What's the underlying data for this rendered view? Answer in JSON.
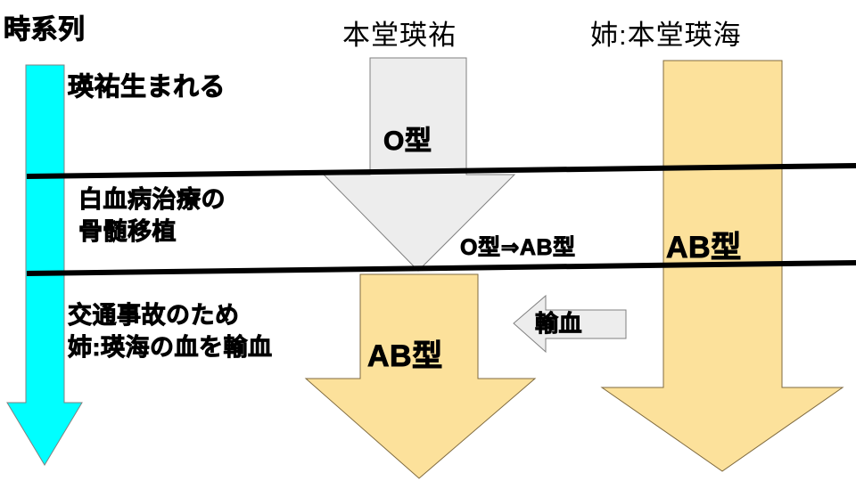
{
  "title": "時系列",
  "columns": [
    {
      "id": "person-main",
      "label": "本堂瑛祐"
    },
    {
      "id": "person-sister",
      "label": "姉:本堂瑛海"
    }
  ],
  "timeline": {
    "axis_label": "時系列",
    "axis_color": "#00FFFF",
    "events": [
      {
        "id": "birth",
        "text": "瑛祐生まれる"
      },
      {
        "id": "transplant",
        "line1": "白血病治療の",
        "line2": "骨髄移植"
      },
      {
        "id": "transfusion",
        "line1": "交通事故のため",
        "line2": "姉:瑛海の血を輸血"
      }
    ]
  },
  "blood": {
    "main_before": "O型",
    "change": "O型⇒AB型",
    "main_after": "AB型",
    "sister": "AB型",
    "transfusion_arrow_label": "輸血"
  },
  "colors": {
    "timeline_arrow": "#00FFFF",
    "gray_arrow_fill": "#EDEDED",
    "gray_arrow_stroke": "#7F7F7F",
    "yellow_arrow_fill": "#FCE19B",
    "yellow_arrow_stroke": "#7F6A3F",
    "divider_line": "#000000",
    "background": "#FFFFFF",
    "text": "#000000"
  }
}
